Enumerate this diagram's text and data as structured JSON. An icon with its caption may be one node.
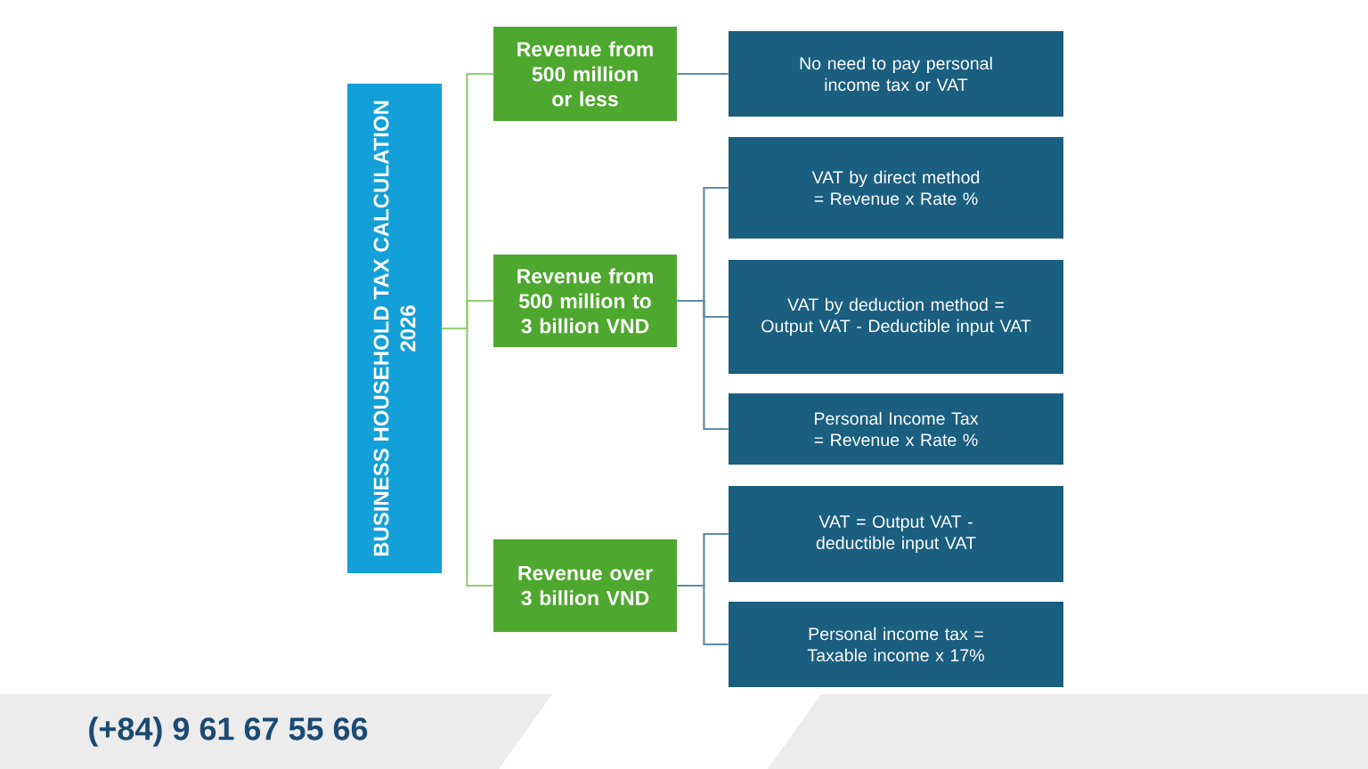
{
  "diagram": {
    "nodes": [
      {
        "text": [
          "BUSINESS HOUSEHOLD TAX CALCULATION 2026"
        ]
      },
      {
        "text": [
          "Revenue from 500 million or less"
        ]
      },
      {
        "text": [
          "No need to pay personal income tax or VAT"
        ]
      },
      {
        "text": [
          "Revenue from 500 million to 3 billion VND"
        ]
      },
      {
        "text": [
          "VAT by direct method = Revenue x Rate %"
        ]
      },
      {
        "text": [
          "VAT by deduction method = Output VAT - Deductible input VAT"
        ]
      },
      {
        "text": [
          "Personal Income Tax = Revenue x Rate %"
        ]
      },
      {
        "text": [
          "Revenue over 3 billion VND"
        ]
      },
      {
        "text": [
          "VAT = Output VAT - deductible input VAT"
        ]
      },
      {
        "text": [
          "Personal income tax = Taxable income x 17%"
        ]
      }
    ],
    "edges": [
      {
        "from": 0,
        "to": 1,
        "arrow": "none",
        "color": "#92cf74"
      },
      {
        "from": 0,
        "to": 3,
        "arrow": "none",
        "color": "#92cf74"
      },
      {
        "from": 0,
        "to": 7,
        "arrow": "none",
        "color": "#92cf74"
      },
      {
        "from": 1,
        "to": 2,
        "arrow": "none"
      },
      {
        "from": 3,
        "to": 4,
        "arrow": "none"
      },
      {
        "from": 3,
        "to": 5,
        "arrow": "none"
      },
      {
        "from": 3,
        "to": 6,
        "arrow": "none"
      },
      {
        "from": 7,
        "to": 8,
        "arrow": "none"
      },
      {
        "from": 7,
        "to": 9,
        "arrow": "none"
      }
    ],
    "labels": [
      "(+84) 9 61 67 55 66"
    ]
  }
}
